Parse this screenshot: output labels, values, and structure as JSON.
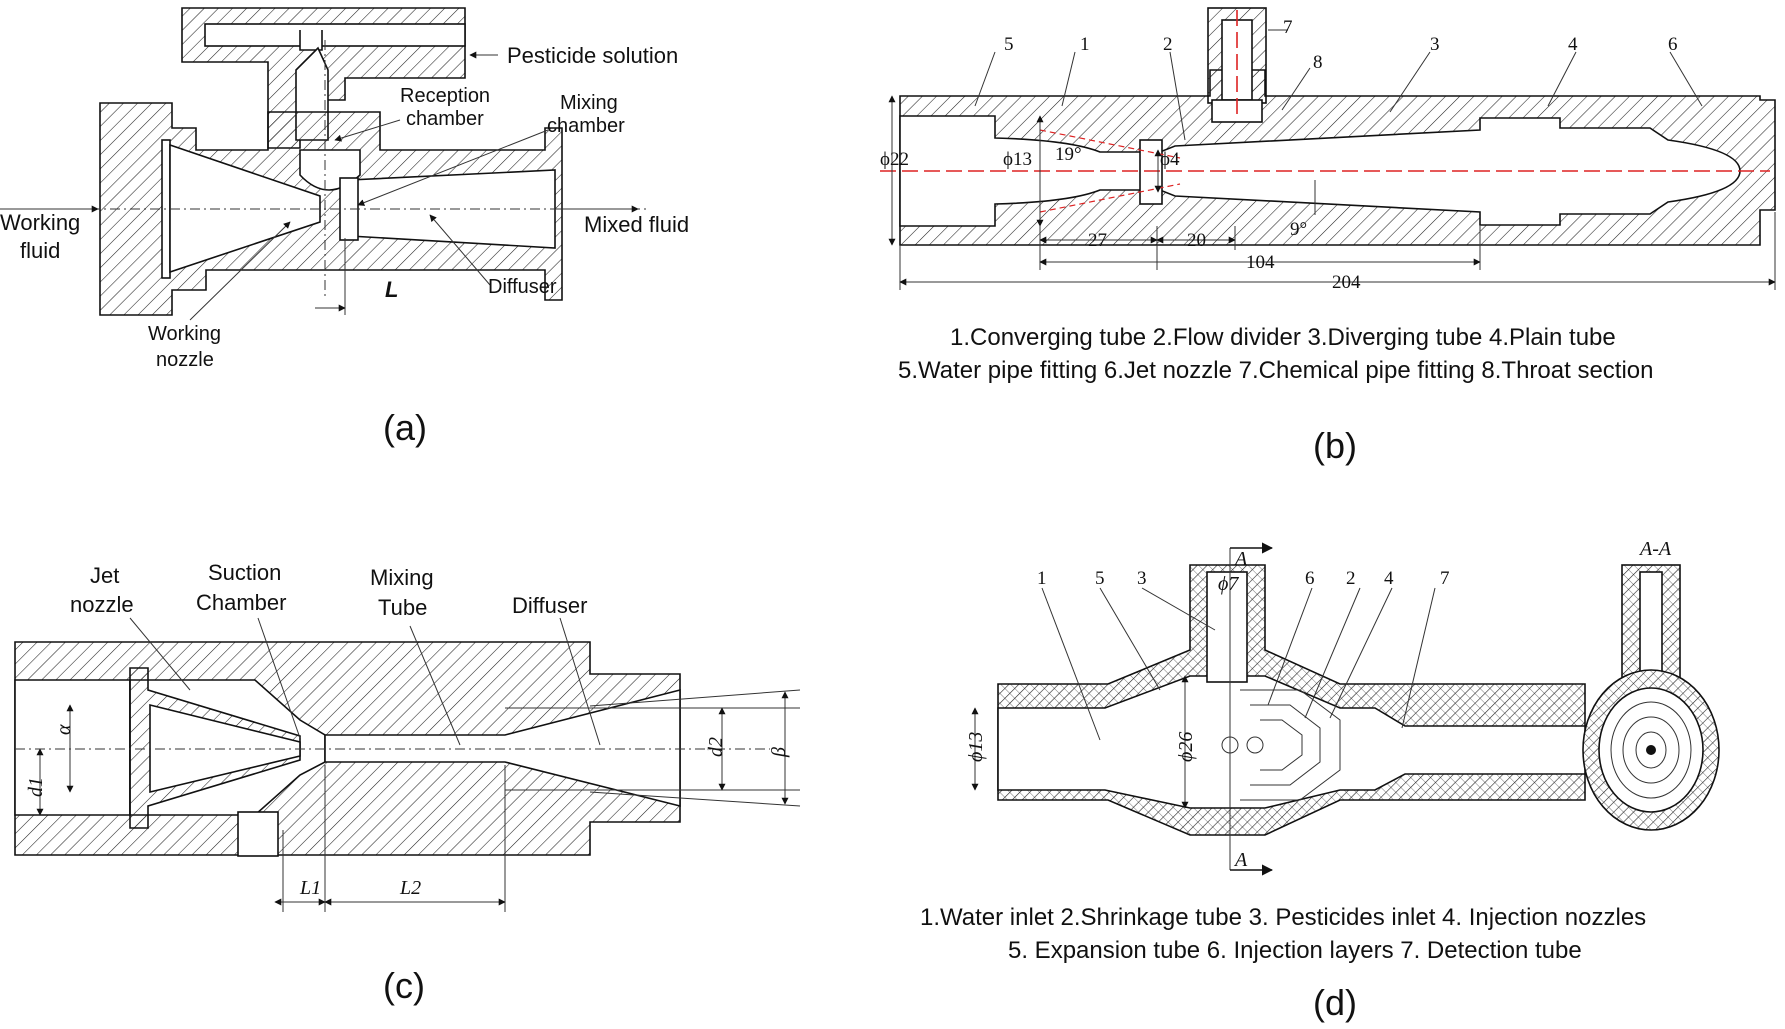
{
  "panels": {
    "a": {
      "caption": "(a)",
      "labels": {
        "pesticide_solution": "Pesticide solution",
        "reception_chamber_1": "Reception",
        "reception_chamber_2": "chamber",
        "mixing_chamber_1": "Mixing",
        "mixing_chamber_2": "chamber",
        "working_fluid_1": "Working",
        "working_fluid_2": "fluid",
        "mixed_fluid": "Mixed fluid",
        "diffuser": "Diffuser",
        "working_nozzle_1": "Working",
        "working_nozzle_2": "nozzle",
        "dim_L": "L"
      }
    },
    "b": {
      "caption": "(b)",
      "part_numbers": [
        "5",
        "1",
        "2",
        "7",
        "8",
        "3",
        "4",
        "6"
      ],
      "dims": {
        "d22": "ϕ22",
        "d13": "ϕ13",
        "angle19": "19°",
        "d4": "ϕ4",
        "angle9": "9°",
        "len27": "27",
        "len20": "20",
        "len104": "104",
        "len204": "204"
      },
      "legend_line1": "1.Converging tube 2.Flow divider 3.Diverging tube 4.Plain tube",
      "legend_line2": "5.Water pipe fitting 6.Jet nozzle 7.Chemical pipe fitting 8.Throat section"
    },
    "c": {
      "caption": "(c)",
      "labels": {
        "jet_nozzle_1": "Jet",
        "jet_nozzle_2": "nozzle",
        "suction_chamber_1": "Suction",
        "suction_chamber_2": "Chamber",
        "mixing_tube_1": "Mixing",
        "mixing_tube_2": "Tube",
        "diffuser": "Diffuser"
      },
      "dims": {
        "alpha": "α",
        "d1": "d1",
        "d2": "d2",
        "beta": "β",
        "L1": "L1",
        "L2": "L2"
      }
    },
    "d": {
      "caption": "(d)",
      "part_numbers": [
        "1",
        "5",
        "3",
        "6",
        "2",
        "4",
        "7"
      ],
      "dims": {
        "d7": "ϕ7",
        "d13": "ϕ13",
        "d26": "ϕ26"
      },
      "section_mark": "A",
      "section_title": "A-A",
      "legend_line1": "1.Water inlet 2.Shrinkage tube 3. Pesticides inlet 4. Injection nozzles",
      "legend_line2": "5. Expansion tube 6. Injection layers 7. Detection tube"
    }
  }
}
